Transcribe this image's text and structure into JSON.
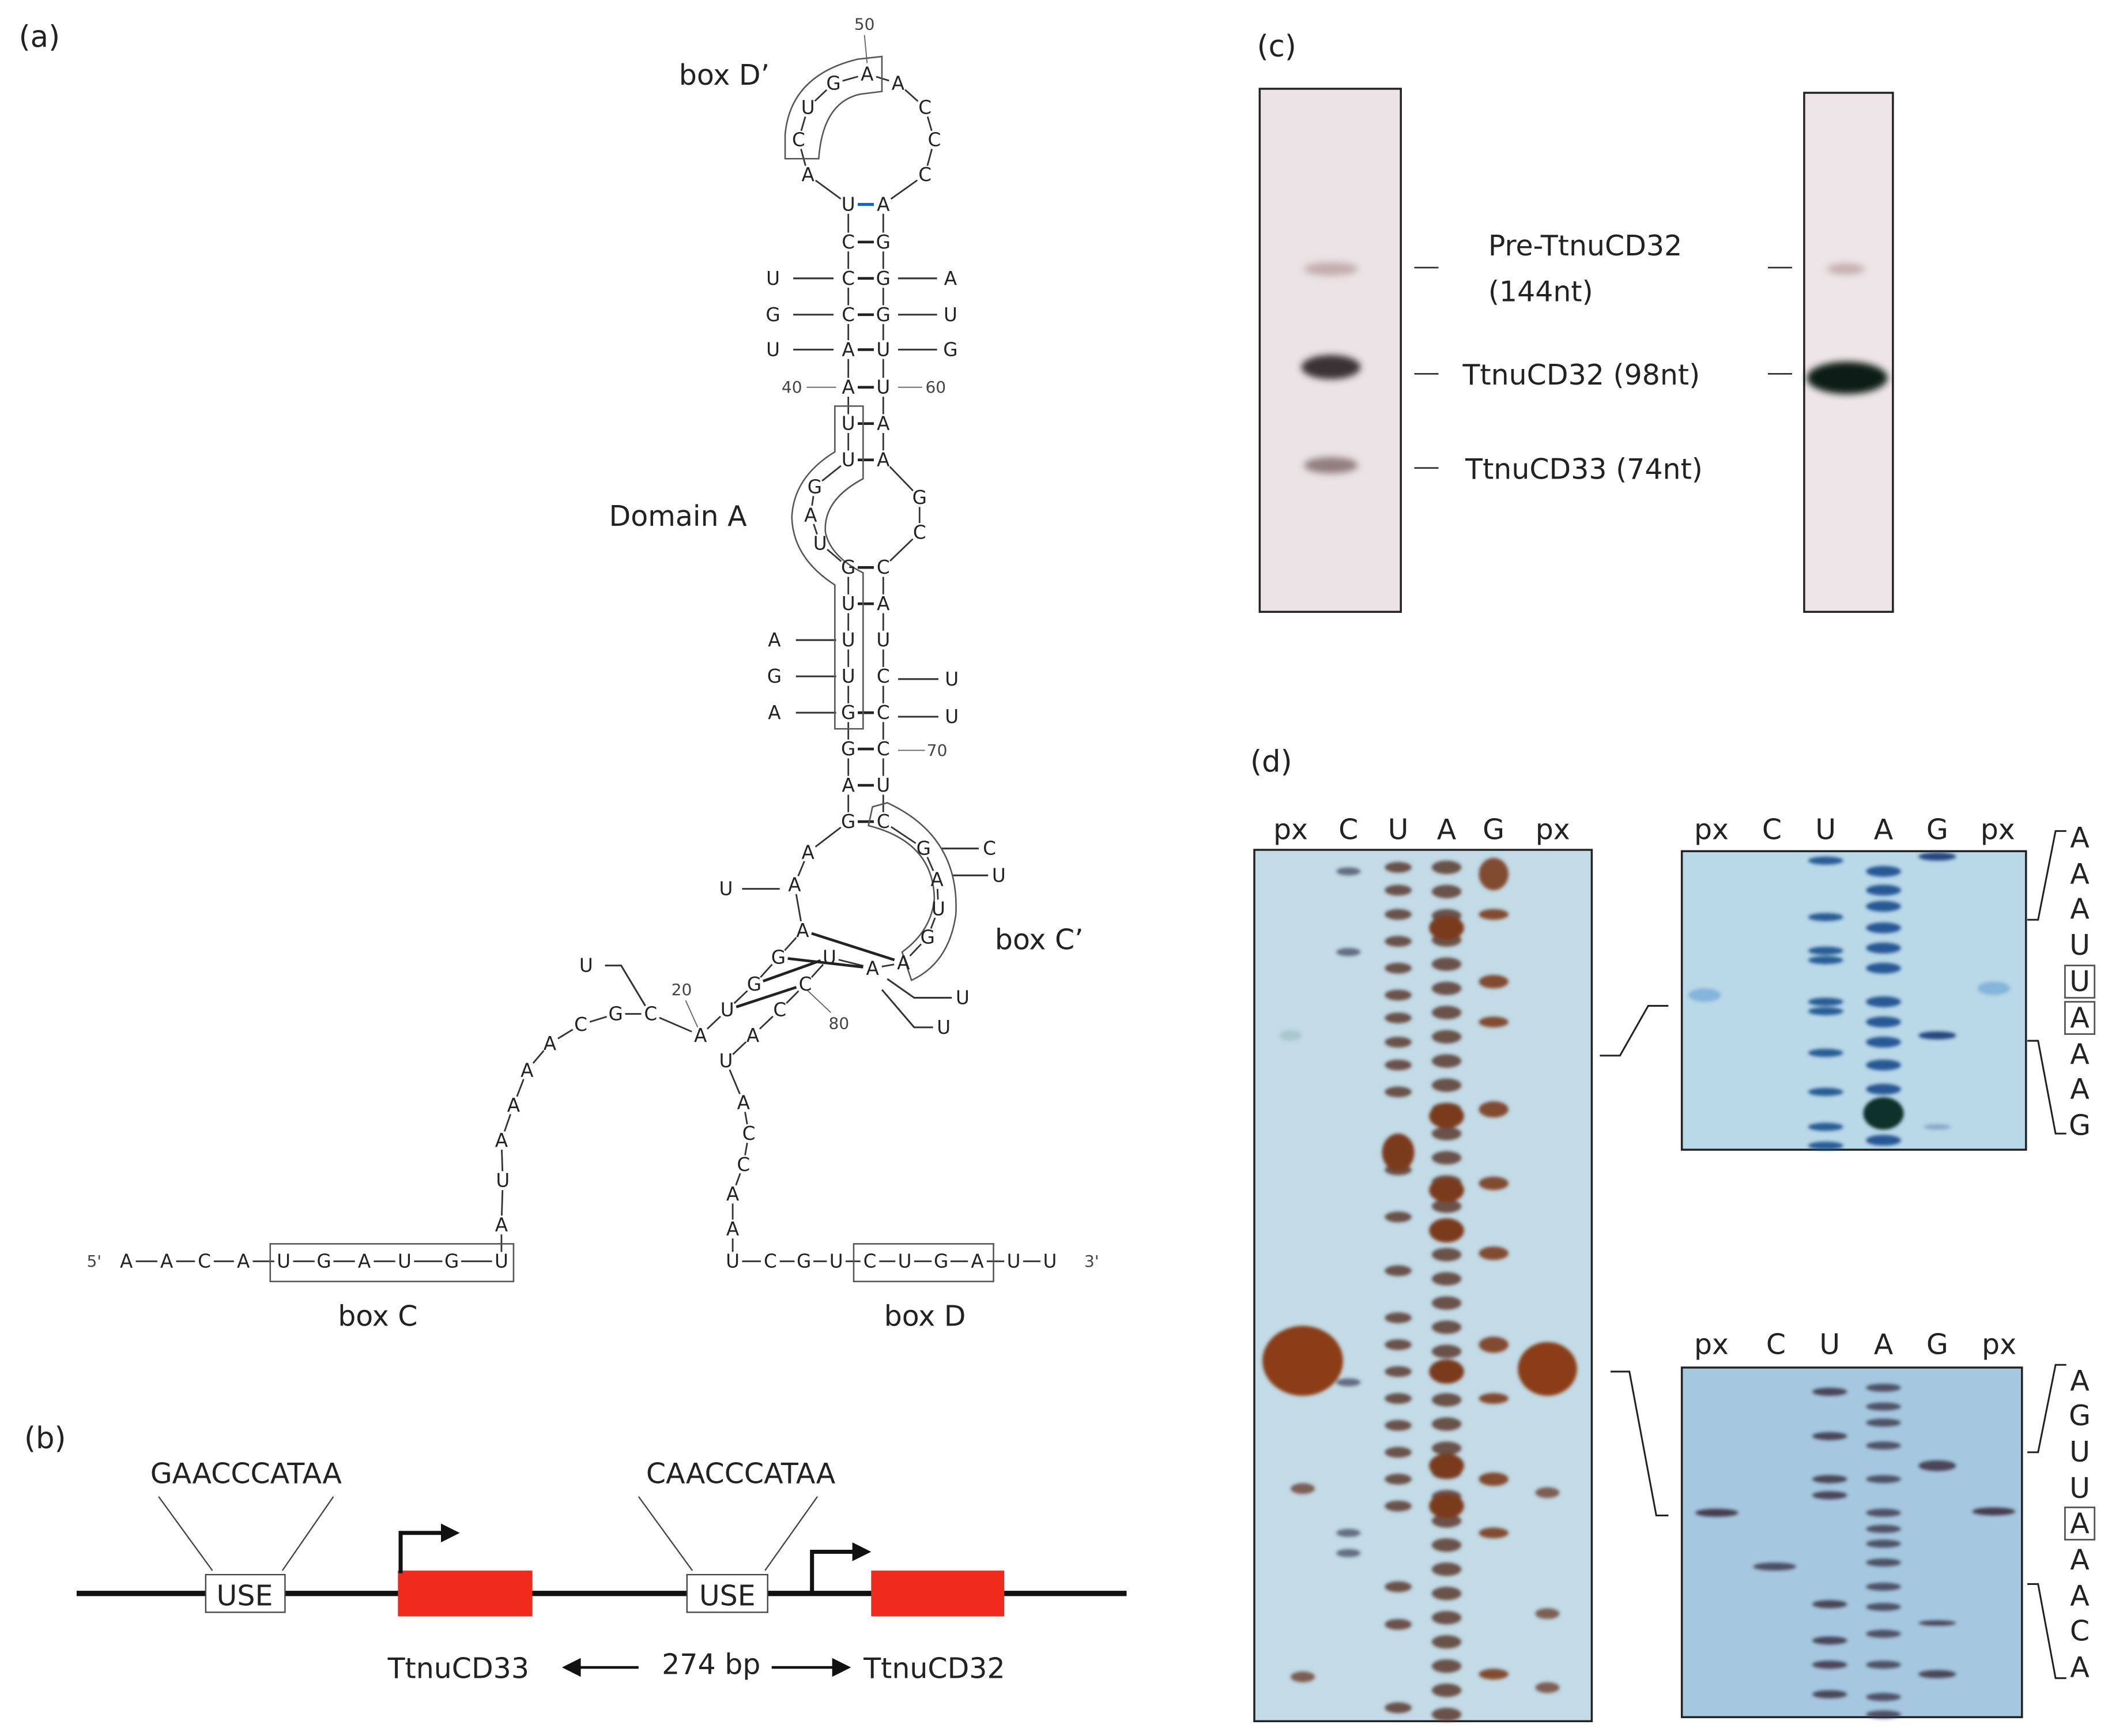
{
  "panels": {
    "a": "(a)",
    "b": "(b)",
    "c": "(c)",
    "d": "(d)"
  },
  "panel_a": {
    "labels": {
      "box_d_prime": "box D’",
      "domain_a": "Domain A",
      "box_c_prime": "box C’",
      "box_c": "box C",
      "box_d": "box D",
      "five_prime": "5'",
      "three_prime": "3'"
    },
    "position_numbers": {
      "n20": "20",
      "n40": "40",
      "n50": "50",
      "n60": "60",
      "n70": "70",
      "n80": "80"
    },
    "nucleotides": [
      "A",
      "A",
      "C",
      "A",
      "U",
      "G",
      "A",
      "U",
      "G",
      "U",
      "A",
      "U",
      "A",
      "A",
      "A",
      "A",
      "C",
      "G",
      "C",
      "A",
      "U",
      "G",
      "G",
      "A",
      "A",
      "A",
      "G",
      "A",
      "G",
      "G",
      "U",
      "U",
      "U",
      "G",
      "U",
      "A",
      "G",
      "U",
      "U",
      "A",
      "A",
      "C",
      "C",
      "C",
      "U",
      "A",
      "C",
      "U",
      "G",
      "A",
      "A",
      "C",
      "C",
      "C",
      "A",
      "G",
      "G",
      "G",
      "U",
      "U",
      "A",
      "A",
      "G",
      "C",
      "C",
      "A",
      "U",
      "C",
      "C",
      "C",
      "U",
      "C",
      "G",
      "A",
      "U",
      "G",
      "A",
      "A",
      "U",
      "C",
      "C",
      "A",
      "U",
      "A",
      "C",
      "C",
      "A",
      "A",
      "U",
      "C",
      "G",
      "U",
      "C",
      "U",
      "G",
      "A",
      "U",
      "U"
    ],
    "variant_nucleotides": [
      "U",
      "G",
      "U",
      "A",
      "U",
      "G",
      "A",
      "G",
      "A",
      "U",
      "U",
      "U",
      "C",
      "U",
      "U",
      "U",
      "U"
    ],
    "colors": {
      "default": "#222222",
      "highlight": "#e8231f",
      "pair_blue": "#1f5fbf"
    }
  },
  "panel_b": {
    "use_left_seq": "GAACCCATAA",
    "use_right_seq": "CAACCCATAA",
    "use_label": "USE",
    "gene_left": "TtnuCD33",
    "gene_right": "TtnuCD32",
    "distance": "274 bp",
    "gene_color": "#f02b1e"
  },
  "panel_c": {
    "bands": [
      "Pre-TtnuCD32",
      "(144nt)",
      "TtnuCD32 (98nt)",
      "TtnuCD33 (74nt)"
    ]
  },
  "panel_d": {
    "lanes": [
      "px",
      "C",
      "U",
      "A",
      "G",
      "px"
    ],
    "top_sequence": [
      "A",
      "A",
      "A",
      "U",
      "U",
      "A",
      "A",
      "A",
      "G"
    ],
    "top_boxed": [
      "U",
      "A"
    ],
    "bottom_sequence": [
      "A",
      "G",
      "U",
      "U",
      "A",
      "A",
      "A",
      "C",
      "A"
    ],
    "bottom_boxed": [
      "A"
    ]
  }
}
